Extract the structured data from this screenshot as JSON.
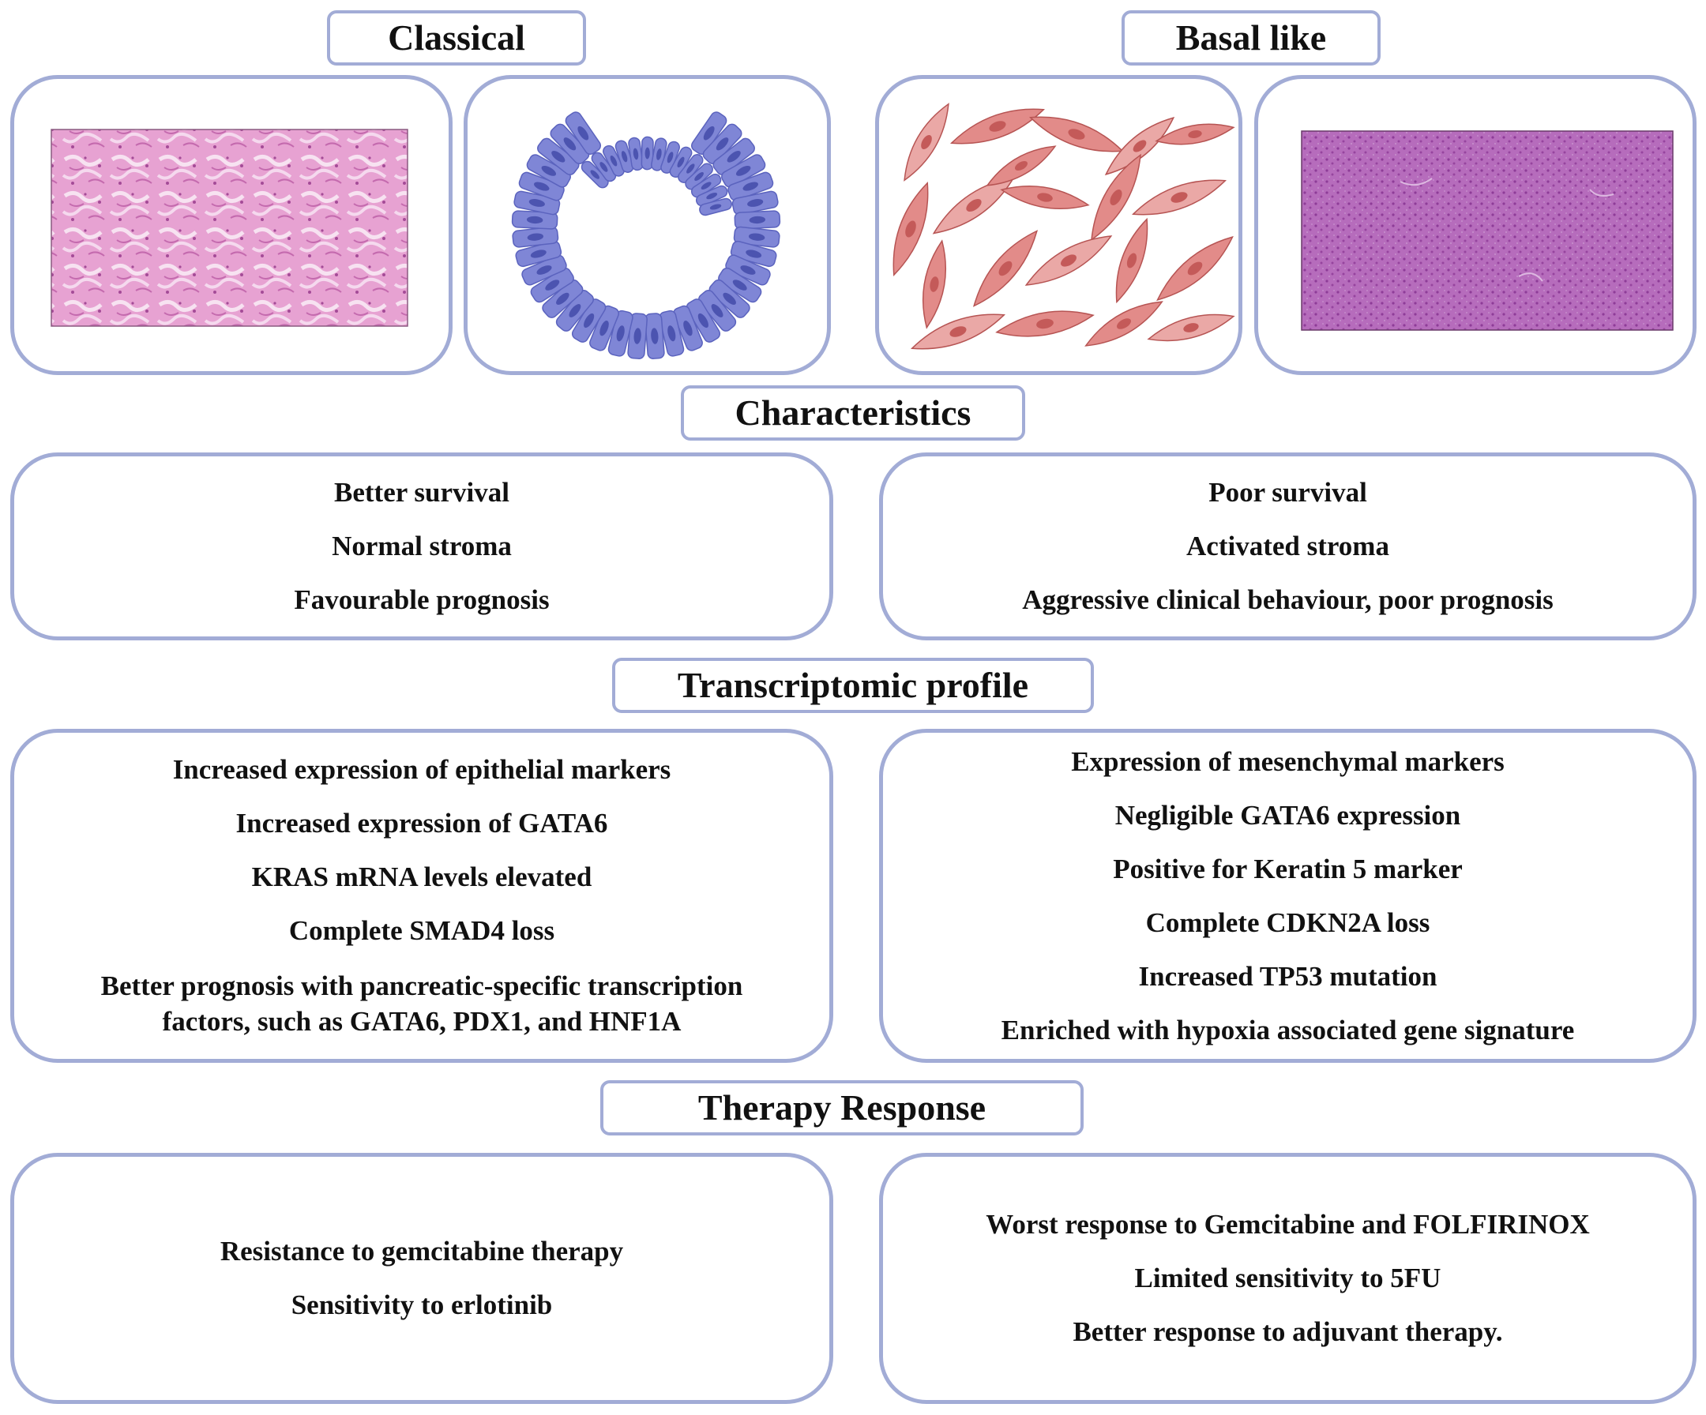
{
  "subtypes": {
    "left": "Classical",
    "right": "Basal like"
  },
  "sections": {
    "characteristics": {
      "title": "Characteristics",
      "classical": [
        "Better survival",
        "Normal stroma",
        "Favourable prognosis"
      ],
      "basal": [
        "Poor survival",
        "Activated stroma",
        "Aggressive clinical behaviour, poor prognosis"
      ]
    },
    "transcriptomic": {
      "title": "Transcriptomic profile",
      "classical": [
        "Increased expression of epithelial markers",
        "Increased expression of GATA6",
        "KRAS mRNA levels elevated",
        "Complete SMAD4 loss",
        "Better prognosis with pancreatic-specific transcription factors, such as GATA6, PDX1, and HNF1A"
      ],
      "basal": [
        "Expression of mesenchymal markers",
        "Negligible GATA6 expression",
        "Positive for Keratin 5 marker",
        "Complete CDKN2A loss",
        "Increased TP53 mutation",
        "Enriched with hypoxia associated gene signature"
      ]
    },
    "therapy": {
      "title": "Therapy Response",
      "classical": [
        "Resistance to gemcitabine therapy",
        "Sensitivity to erlotinib"
      ],
      "basal": [
        "Worst response to Gemcitabine and FOLFIRINOX",
        "Limited sensitivity to 5FU",
        "Better response to adjuvant therapy."
      ]
    }
  },
  "colors": {
    "border": "#a2acd6",
    "epithelial_cell": "#7f86d6",
    "epithelial_nucleus": "#4c54b0",
    "mesenchymal_cell": "#e28b89",
    "mesenchymal_nucleus": "#c45a59",
    "histology_classical": "#e9a6d4",
    "histology_basal": "#b463b8"
  },
  "icons": [
    "histology-classical-image",
    "epithelial-gland-icon",
    "mesenchymal-cells-icon",
    "histology-basal-image"
  ]
}
